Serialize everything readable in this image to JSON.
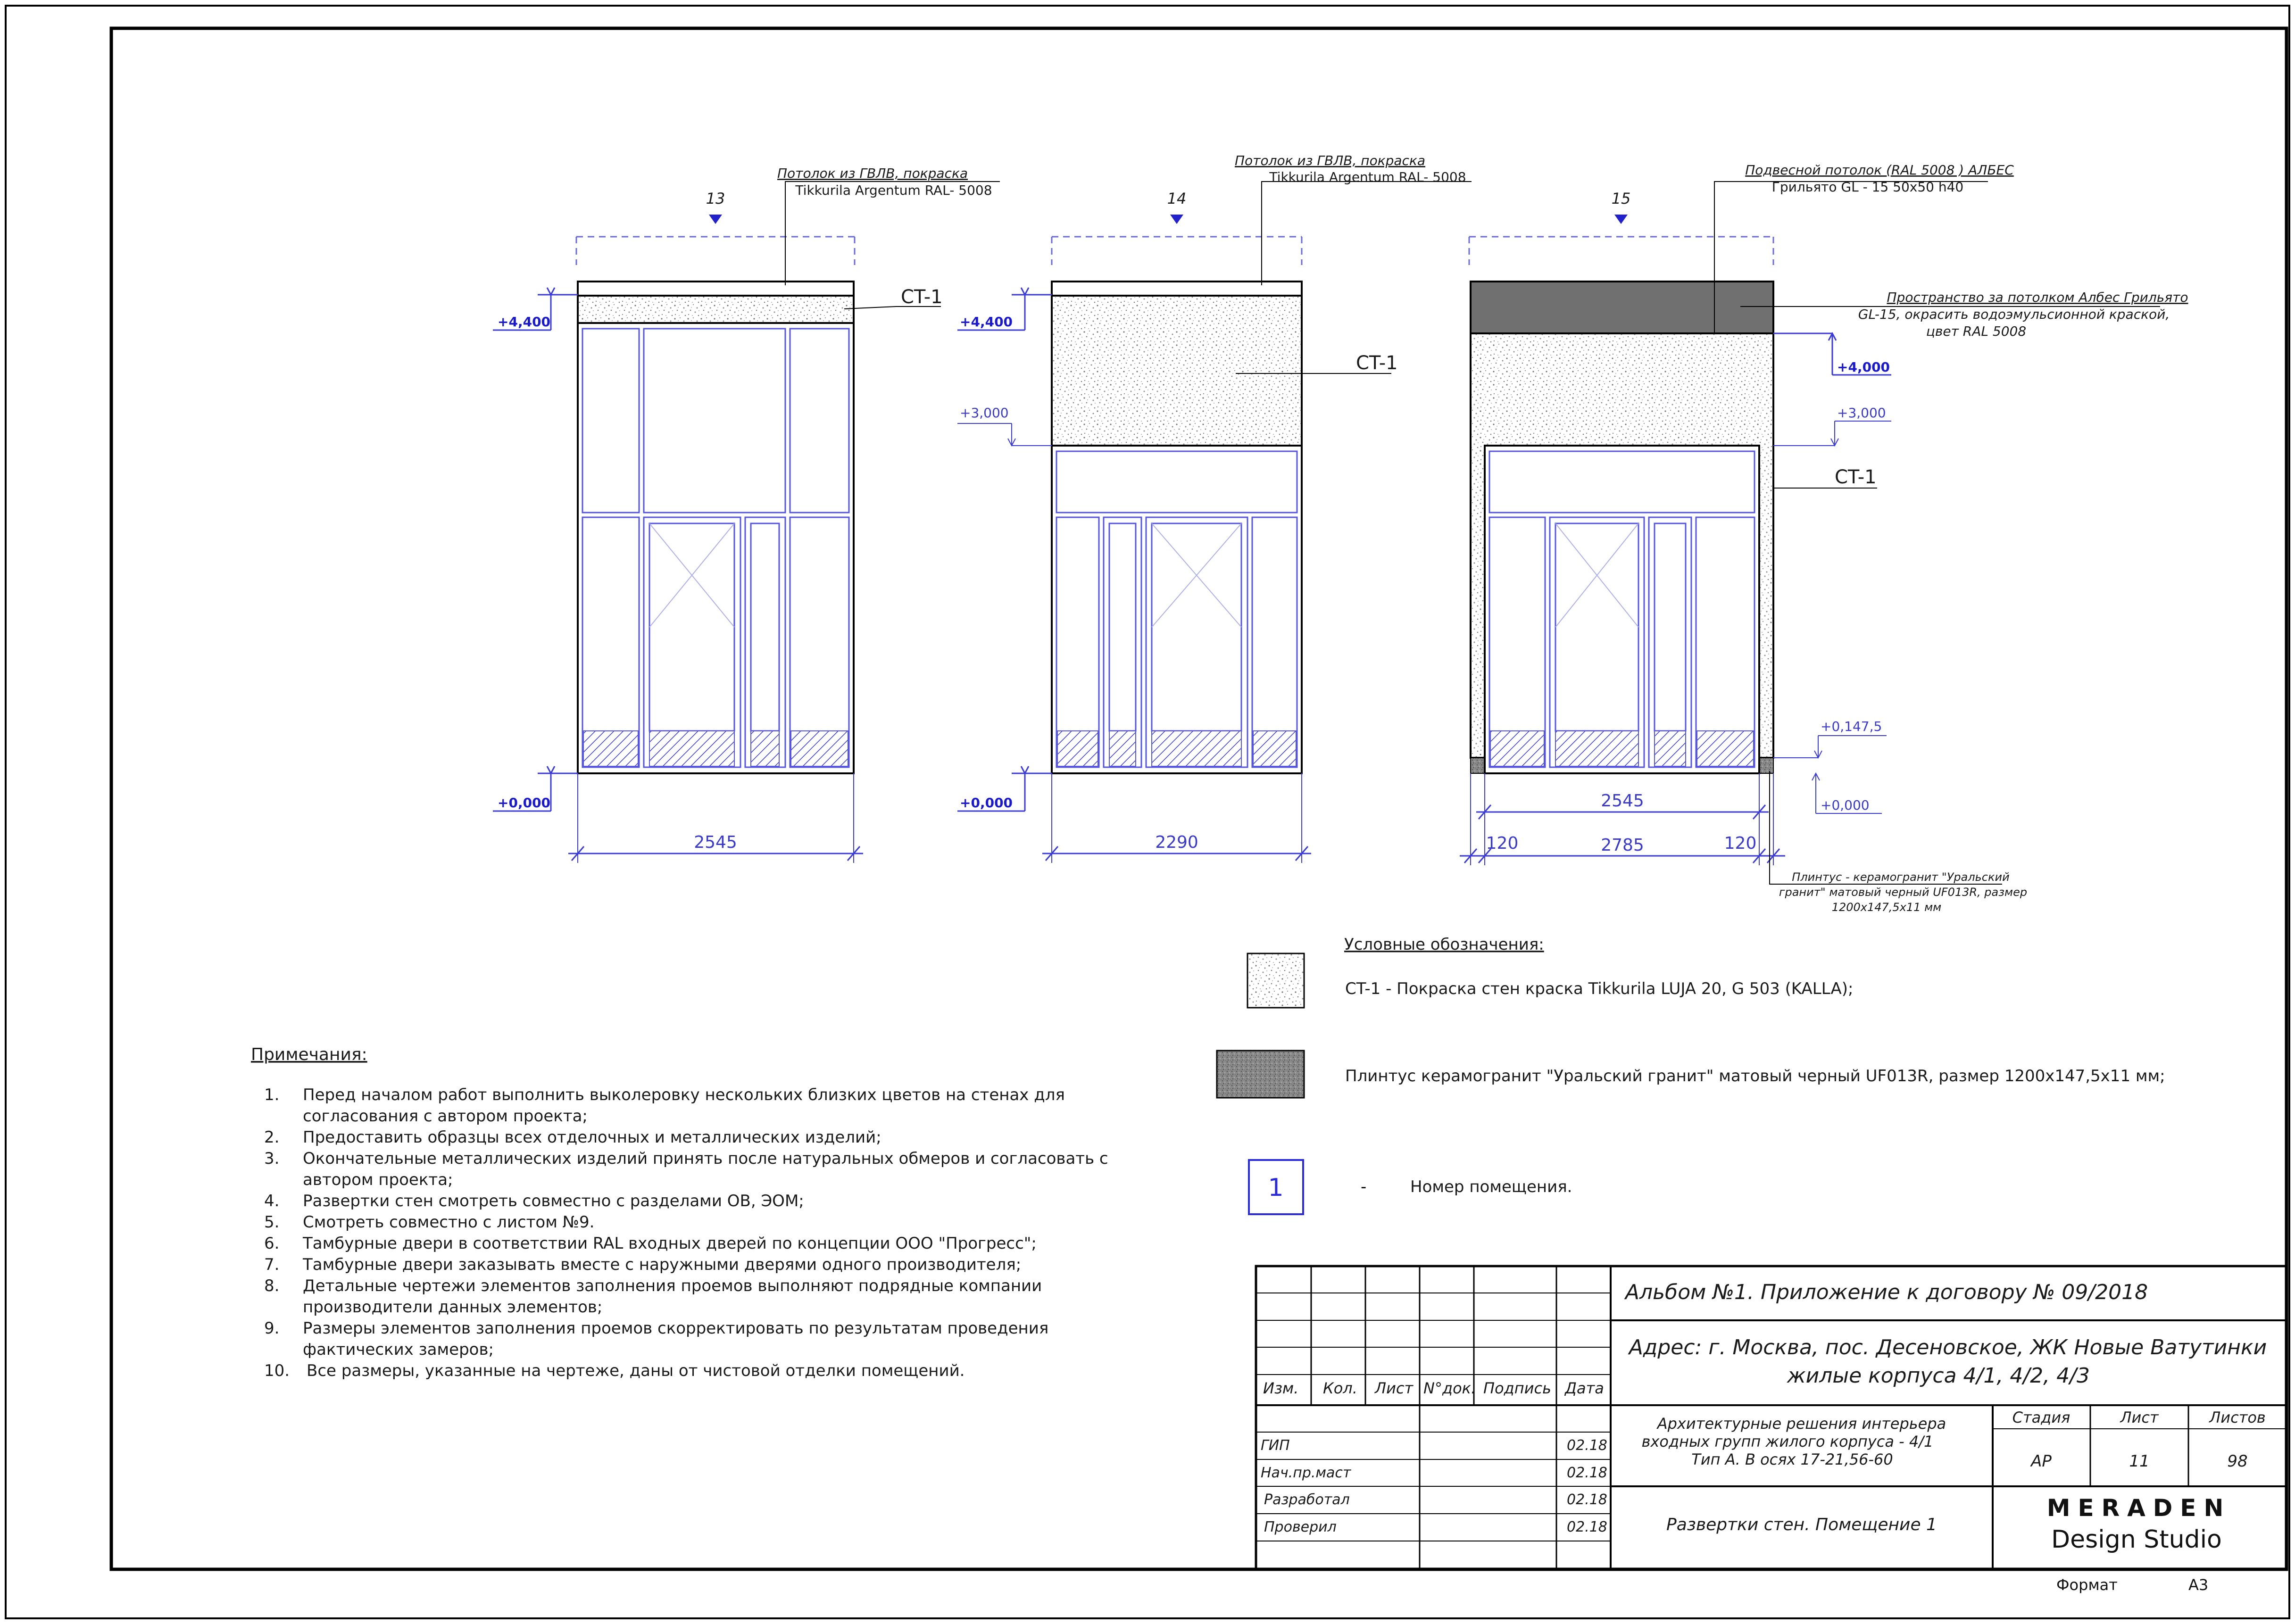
{
  "elevations": [
    {
      "room_number": "13",
      "ceiling_note_line1": "Потолок из ГВЛВ, покраска",
      "ceiling_note_line2": "Tikkurila Argentum RAL- 5008",
      "wall_tag": "CT-1",
      "level_top": "+4,400",
      "level_bottom": "+0,000",
      "width_dim": "2545"
    },
    {
      "room_number": "14",
      "ceiling_note_line1": "Потолок из ГВЛВ, покраска",
      "ceiling_note_line2": "Tikkurila Argentum RAL- 5008",
      "wall_tag": "CT-1",
      "level_top": "+4,400",
      "level_mid": "+3,000",
      "level_bottom": "+0,000",
      "width_dim": "2290"
    },
    {
      "room_number": "15",
      "ceiling_note_line1": "Подвесной потолок (RAL 5008 ) АЛБЕС",
      "ceiling_note_line2": "Грильято GL - 15 50x50 h40",
      "space_note_line1": "Пространство за потолком Албес Грильято",
      "space_note_line2": "GL-15, окрасить водоэмульсионной краской,",
      "space_note_line3": "цвет RAL 5008",
      "wall_tag": "CT-1",
      "level_top": "+4,000",
      "level_mid": "+3,000",
      "level_plinth": "+0,147,5",
      "level_bottom": "+0,000",
      "width_dim": "2545",
      "total_dim": "2785",
      "left_plinth_dim": "120",
      "right_plinth_dim": "120",
      "plinth_note_line1": "Плинтус - керамогранит \"Уральский",
      "plinth_note_line2": "гранит\" матовый черный UF013R, размер",
      "plinth_note_line3": "1200x147,5x11 мм"
    }
  ],
  "legend": {
    "title": "Условные обозначения:",
    "items": [
      {
        "text": "CT-1  - Покраска стен краска Tikkurila LUJA 20, G 503 (KALLA);"
      },
      {
        "text": "Плинтус керамогранит  \"Уральский гранит\" матовый черный UF013R, размер 1200x147,5x11 мм;"
      },
      {
        "symbol": "1",
        "dash": "-",
        "text": "Номер помещения."
      }
    ]
  },
  "notes": {
    "title": "Примечания:",
    "items": [
      {
        "num": "1.",
        "lines": [
          "Перед началом работ выполнить выколеровку нескольких близких цветов на стенах для",
          "согласования с автором проекта;"
        ]
      },
      {
        "num": "2.",
        "lines": [
          "Предоставить образцы всех отделочных и металлических изделий;"
        ]
      },
      {
        "num": "3.",
        "lines": [
          "Окончательные металлических изделий принять после натуральных обмеров и согласовать с",
          "автором проекта;"
        ]
      },
      {
        "num": "4.",
        "lines": [
          "Развертки стен смотреть совместно с разделами ОВ, ЭОМ;"
        ]
      },
      {
        "num": "5.",
        "lines": [
          "Смотреть совместно с листом №9."
        ]
      },
      {
        "num": "6.",
        "lines": [
          "Тамбурные двери в соответствии RAL входных дверей по концепции ООО \"Прогресс\";"
        ]
      },
      {
        "num": "7.",
        "lines": [
          "Тамбурные двери заказывать вместе с наружными дверями одного производителя;"
        ]
      },
      {
        "num": "8.",
        "lines": [
          "Детальные чертежи элементов заполнения проемов выполняют подрядные компании",
          "производители данных элементов;"
        ]
      },
      {
        "num": "9.",
        "lines": [
          "Размеры элементов заполнения проемов скорректировать по результатам проведения",
          "фактических замеров;"
        ]
      },
      {
        "num": "10.",
        "lines": [
          "Все размеры, указанные на чертеже, даны от чистовой отделки помещений."
        ]
      }
    ]
  },
  "title_block": {
    "album": "Альбом №1. Приложение к договору № 09/2018",
    "address_line1": "Адрес: г. Москва, пос. Десеновское, ЖК Новые Ватутинки",
    "address_line2": "жилые корпуса 4/1, 4/2, 4/3",
    "headers": [
      "Изм.",
      "Кол.",
      "Лист",
      "N°док.",
      "Подпись",
      "Дата"
    ],
    "project_line1": "Архитектурные решения интерьера",
    "project_line2": "входных групп жилого корпуса  - 4/1",
    "project_line3": "Тип А. В осях 17-21,56-60",
    "stage_label": "Стадия",
    "sheet_label": "Лист",
    "sheets_label": "Листов",
    "stage": "АР",
    "sheet": "11",
    "sheets": "98",
    "roles": [
      {
        "role": "ГИП",
        "date": "02.18"
      },
      {
        "role": "Нач.пр.маст",
        "date": "02.18"
      },
      {
        "role": "Разработал",
        "date": "02.18"
      },
      {
        "role": "Проверил",
        "date": "02.18"
      }
    ],
    "sheet_title": "Развертки стен. Помещение 1",
    "logo_top": "MERADEN",
    "logo_bottom": "Design Studio",
    "format_label": "Формат",
    "format_value": "А3"
  }
}
